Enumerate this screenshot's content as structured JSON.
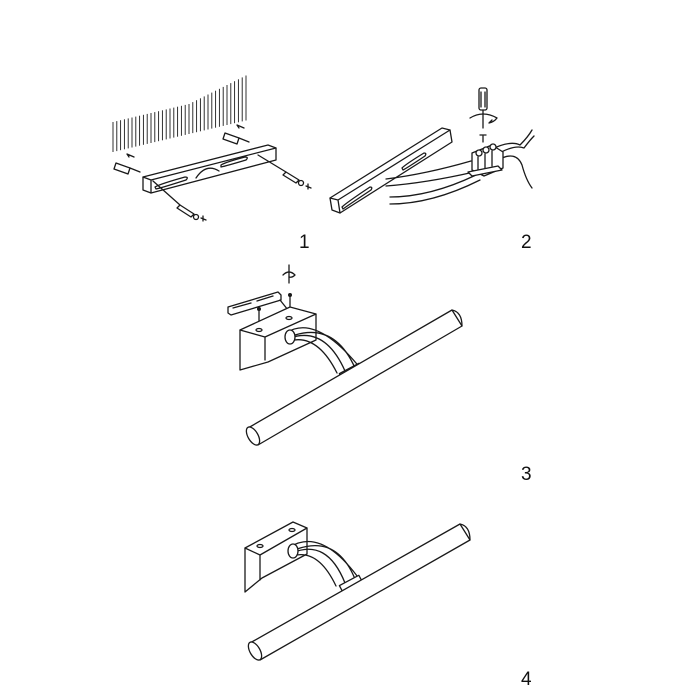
{
  "steps": [
    {
      "number": "1",
      "description_icon": "wall-bracket-mounting"
    },
    {
      "number": "2",
      "description_icon": "wire-connection"
    },
    {
      "number": "3",
      "description_icon": "lamp-attach-to-bracket"
    },
    {
      "number": "4",
      "description_icon": "lamp-assembled"
    }
  ],
  "colors": {
    "line": "#1a1a1a",
    "background": "#ffffff"
  }
}
